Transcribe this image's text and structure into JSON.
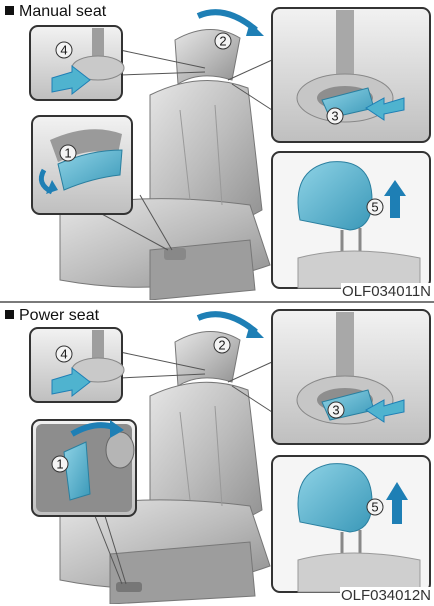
{
  "panels": [
    {
      "title": "Manual seat",
      "code": "OLF034011N",
      "steps": [
        "1",
        "2",
        "3",
        "4",
        "5"
      ]
    },
    {
      "title": "Power seat",
      "code": "OLF034012N",
      "steps": [
        "1",
        "2",
        "3",
        "4",
        "5"
      ]
    }
  ],
  "colors": {
    "highlight": "#4fb3cf",
    "arrow": "#1e7fb5",
    "seat": "#b9b9b9",
    "inset_border": "#333333"
  },
  "icons": [
    "headrest-lower-arrow-icon",
    "headrest-tilt-arrow-icon",
    "release-button-press-arrow-icon",
    "height-lever-icon",
    "headrest-raise-arrow-icon"
  ]
}
